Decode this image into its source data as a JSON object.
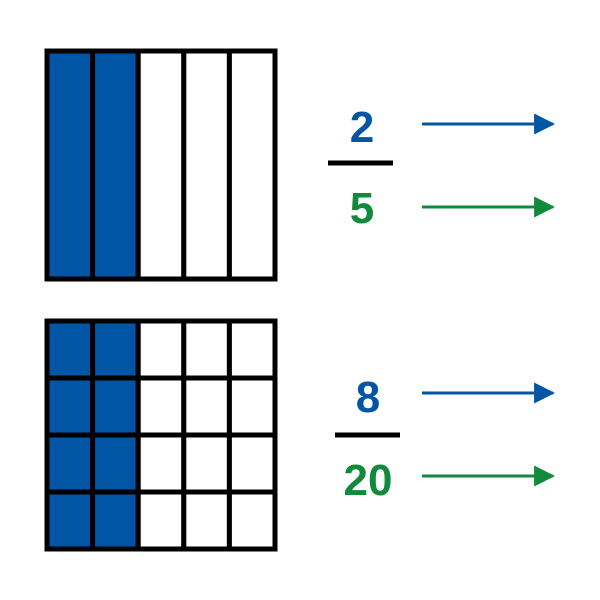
{
  "colors": {
    "shaded": "#0055A4",
    "unshaded": "#ffffff",
    "border": "#000000",
    "numerator": "#0055A4",
    "denominator": "#128A3C"
  },
  "fractions": [
    {
      "numerator": "2",
      "denominator": "5",
      "grid": {
        "rows": 1,
        "cols": 5,
        "shaded_cols": 2
      }
    },
    {
      "numerator": "8",
      "denominator": "20",
      "grid": {
        "rows": 4,
        "cols": 5,
        "shaded_cols": 2
      }
    }
  ]
}
